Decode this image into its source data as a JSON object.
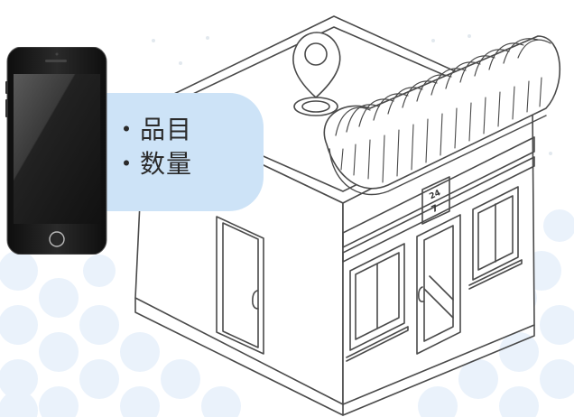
{
  "illustration": {
    "subject": "",
    "store_sign": {
      "line1": "24",
      "line2": "7"
    }
  },
  "bubble": {
    "items": [
      "・品目",
      "・数量"
    ]
  },
  "icons": {
    "phone": "smartphone-icon",
    "pin": "location-pin-icon",
    "store": "convenience-store-icon"
  },
  "colors": {
    "bubble": "#cde3f7",
    "dots": "#eaf2fb",
    "line": "#4a4a4a",
    "phone_body": "#1c1c1c"
  }
}
